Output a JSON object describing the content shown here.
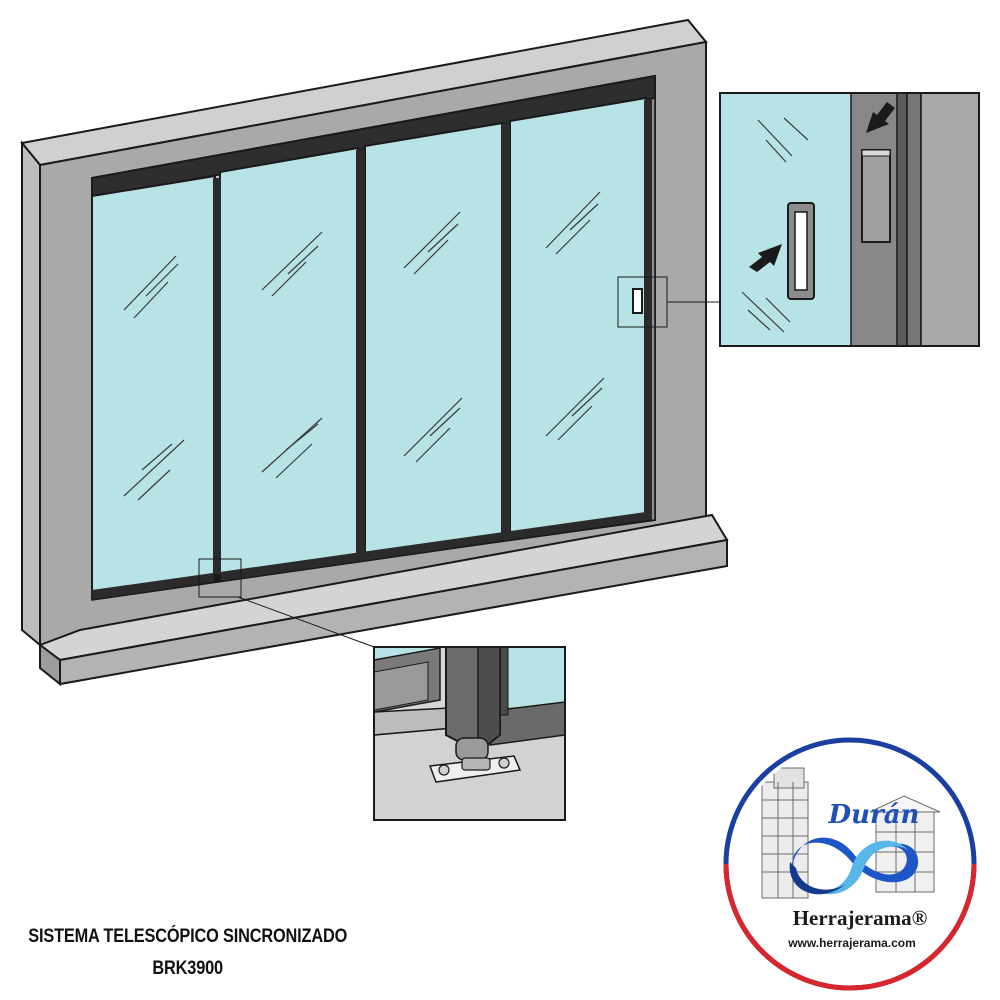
{
  "caption": {
    "line1": "SISTEMA TELESCÓPICO SINCRONIZADO",
    "line2": "BRK3900"
  },
  "logo": {
    "script_text": "Durán",
    "brand_text": "Herrajerama®",
    "url_text": "www.herrajerama.com",
    "ring_colors": [
      "#1b3fa0",
      "#d8262c"
    ],
    "swirl_colors": [
      "#1e56c8",
      "#58b7e8"
    ]
  },
  "colors": {
    "glass": "#b8e3e6",
    "frame_dark": "#2b2b2b",
    "wall": "#a8a8a8",
    "wall_light": "#d2d2d2",
    "sill": "#c4c4c4",
    "outline": "#1a1a1a"
  },
  "panels": {
    "count": 4
  }
}
